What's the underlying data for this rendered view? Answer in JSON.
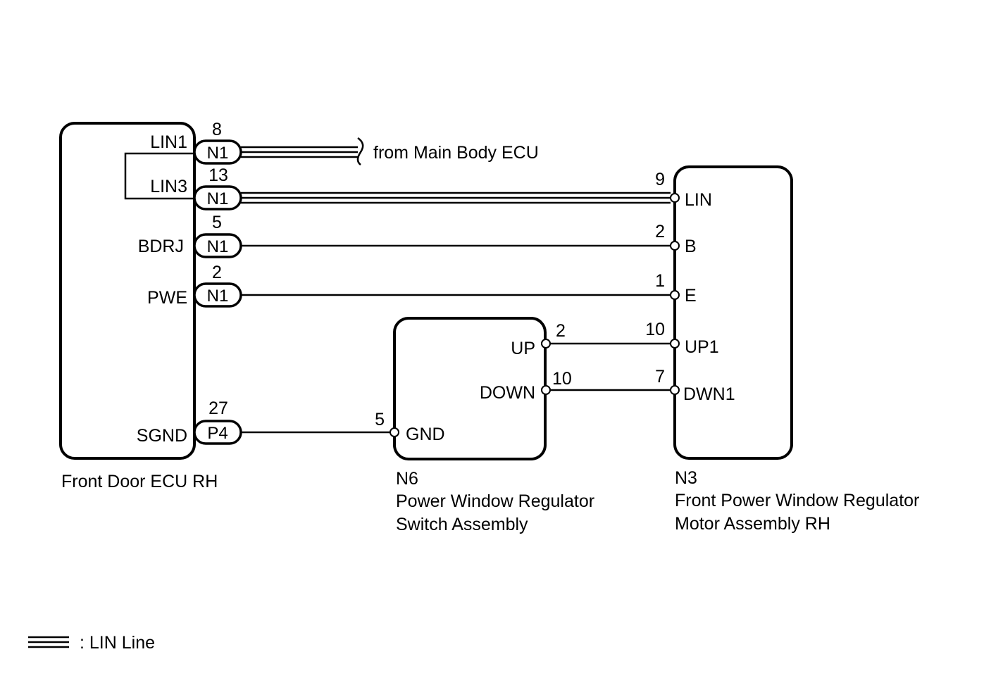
{
  "components": {
    "ecu": {
      "name": "Front Door ECU RH"
    },
    "switch": {
      "code": "N6",
      "name_line1": "Power Window Regulator",
      "name_line2": "Switch Assembly"
    },
    "motor": {
      "code": "N3",
      "name_line1": "Front Power Window Regulator",
      "name_line2": "Motor Assembly RH"
    }
  },
  "ecu_pins": {
    "lin1": {
      "label": "LIN1",
      "pin": "8",
      "connector": "N1"
    },
    "lin3": {
      "label": "LIN3",
      "pin": "13",
      "connector": "N1"
    },
    "bdrj": {
      "label": "BDRJ",
      "pin": "5",
      "connector": "N1"
    },
    "pwe": {
      "label": "PWE",
      "pin": "2",
      "connector": "N1"
    },
    "sgnd": {
      "label": "SGND",
      "pin": "27",
      "connector": "P4"
    }
  },
  "motor_pins": {
    "lin": {
      "label": "LIN",
      "pin": "9"
    },
    "b": {
      "label": "B",
      "pin": "2"
    },
    "e": {
      "label": "E",
      "pin": "1"
    },
    "up1": {
      "label": "UP1",
      "pin": "10"
    },
    "dwn1": {
      "label": "DWN1",
      "pin": "7"
    }
  },
  "switch_pins": {
    "up": {
      "label": "UP",
      "pin": "2"
    },
    "down": {
      "label": "DOWN",
      "pin": "10"
    },
    "gnd": {
      "label": "GND",
      "pin": "5"
    }
  },
  "annotations": {
    "from_main_body": "from Main Body ECU"
  },
  "legend": {
    "lin_line": ": LIN Line"
  }
}
